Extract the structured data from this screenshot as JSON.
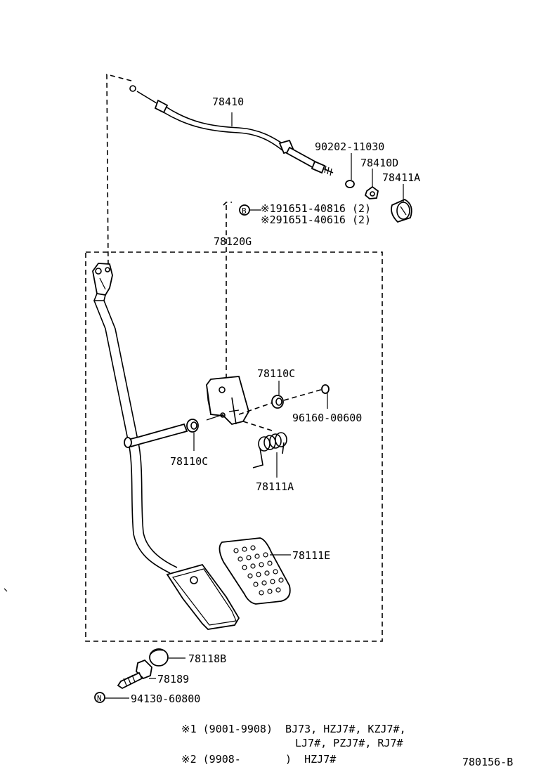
{
  "diagram_code": "780156-B",
  "parts": {
    "cable": "78410",
    "nut": "90202-11030",
    "clip": "78410D",
    "cap": "78411A",
    "bolt_a": "※191651-40816 (2)",
    "bolt_b": "※291651-40616 (2)",
    "assembly": "78120G",
    "bushing_upper": "78110C",
    "bushing_lower": "78110C",
    "washer": "96160-00600",
    "spring": "78111A",
    "pad": "78111E",
    "stopper": "78118B",
    "screw": "78189",
    "locknut": "94130-60800",
    "badge_b": "B",
    "badge_n": "N"
  },
  "notes": {
    "note1_line1": "※1 (9001-9908)  BJ73, HZJ7#, KZJ7#,",
    "note1_line2": "LJ7#, PZJ7#, RJ7#",
    "note2": "※2 (9908-       )  HZJ7#"
  }
}
